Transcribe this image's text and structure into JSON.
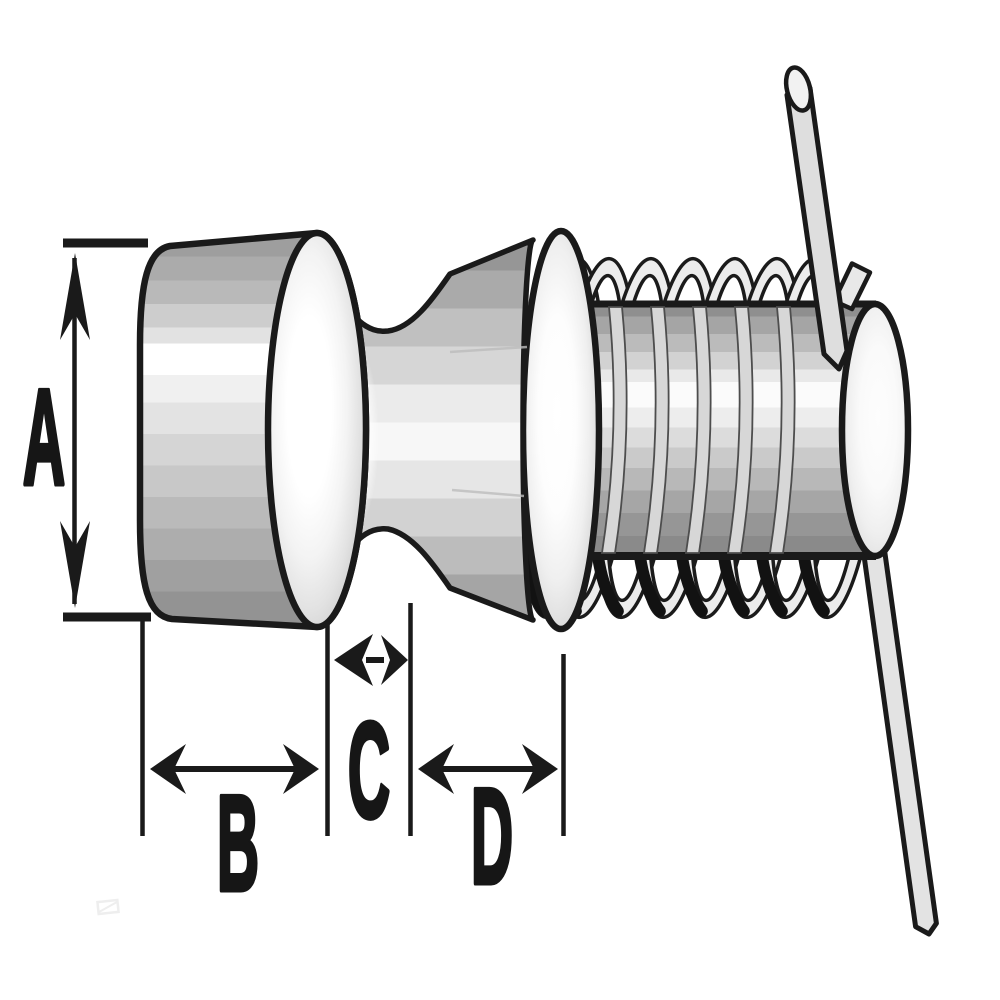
{
  "diagram": {
    "background_color": "#ffffff",
    "outline_color": "#1a1a1a",
    "metal_light": "#ffffff",
    "metal_mid": "#c6c6c6",
    "metal_dark": "#8c8c8c",
    "dimension_labels": {
      "a": "A",
      "b": "B",
      "c": "C",
      "d": "D"
    },
    "parts": [
      "cylindrical-head",
      "neck-groove",
      "tapered-collar",
      "shaft",
      "coil-spring",
      "upper-spring-leg",
      "lower-spring-leg",
      "shaft-end-cap"
    ]
  }
}
